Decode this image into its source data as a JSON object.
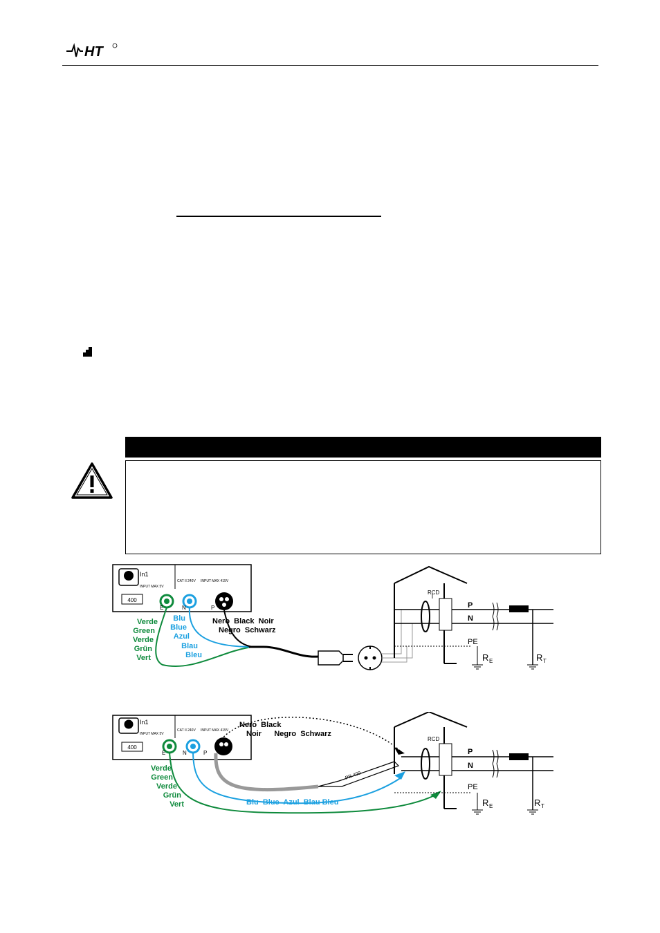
{
  "header": {
    "logo_text": "HT"
  },
  "warning": {
    "heading": "",
    "body": ""
  },
  "diagram1": {
    "instrument": {
      "in1": "In1",
      "input_max_5v": "INPUT MAX 5V",
      "cat_240v": "CAT II 240V",
      "input_max_415v": "INPUT MAX 415V",
      "badge": "400"
    },
    "terminals": {
      "e": "E",
      "n": "N",
      "p": "P"
    },
    "green_lead": [
      "Verde",
      "Green",
      "Verde",
      "Grün",
      "Vert"
    ],
    "blue_lead": [
      "Blu",
      "Blue",
      "Azul",
      "Blau",
      "Bleu"
    ],
    "black_lead_row1": "Nero  Black  Noir",
    "black_lead_row2": "Negro  Schwarz",
    "house": {
      "rcd": "RCD",
      "p": "P",
      "n": "N",
      "pe": "PE",
      "re": "R",
      "re_sub": "E",
      "rt": "R",
      "rt_sub": "T"
    }
  },
  "diagram2": {
    "instrument": {
      "in1": "In1",
      "input_max_5v": "INPUT MAX 5V",
      "cat_240v": "CAT II 240V",
      "input_max_415v": "INPUT MAX 415V",
      "badge": "400"
    },
    "terminals": {
      "e": "E",
      "n": "N",
      "p": "P"
    },
    "green_lead": [
      "Verde",
      "Green",
      "Verde",
      "Grün",
      "Vert"
    ],
    "blue_lead": "Blu  Blue  Azul  Blau Bleu",
    "black_lead_row1": "Nero  Black",
    "black_lead_row2": "Noir      Negro  Schwarz",
    "probe": "PR 400",
    "house": {
      "rcd": "RCD",
      "p": "P",
      "n": "N",
      "pe": "PE",
      "re": "R",
      "re_sub": "E",
      "rt": "R",
      "rt_sub": "T"
    }
  },
  "colors": {
    "green": "#0e8a3c",
    "blue": "#1ba0e0",
    "black": "#000000",
    "grey": "#9a9a9a"
  }
}
